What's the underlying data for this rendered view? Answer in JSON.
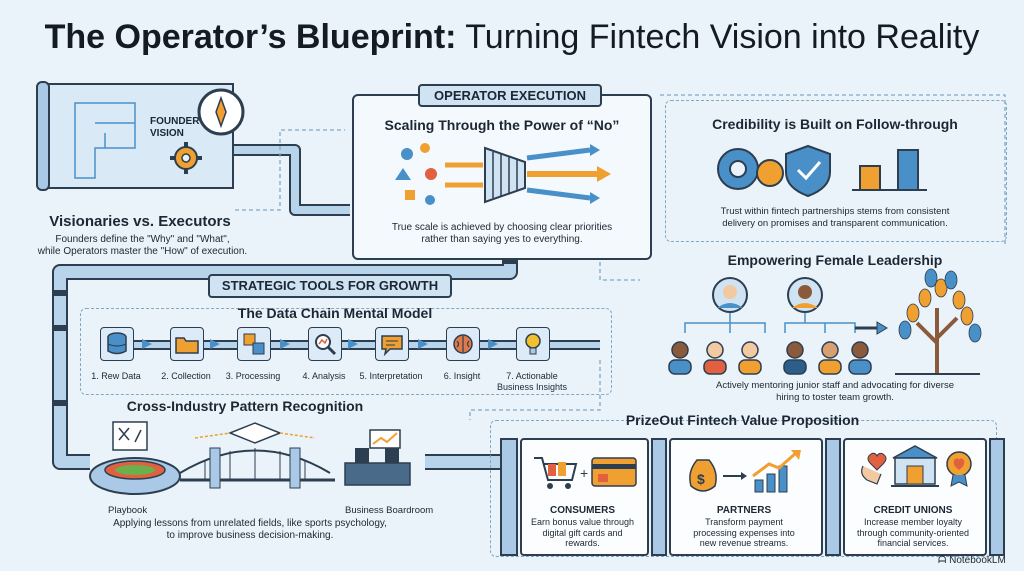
{
  "title": {
    "bold": "The Operator’s Blueprint:",
    "rest": " Turning Fintech Vision into Reality"
  },
  "founder": {
    "label_line1": "FOUNDER",
    "label_line2": "VISION",
    "heading": "Visionaries vs. Executors",
    "text_line1": "Founders define the \"Why\" and \"What\",",
    "text_line2": "while Operators master the \"How\" of execution."
  },
  "operator": {
    "banner": "OPERATOR EXECUTION",
    "heading": "Scaling Through the Power of “No”",
    "text_line1": "True scale is achieved by choosing clear priorities",
    "text_line2": "rather than saying yes to everything."
  },
  "credibility": {
    "heading": "Credibility is Built on Follow-through",
    "text_line1": "Trust within fintech partnerships stems from consistent",
    "text_line2": "delivery on promises and transparent communication."
  },
  "strategic": {
    "banner": "STRATEGIC TOOLS FOR GROWTH",
    "heading": "The Data Chain Mental Model",
    "steps": [
      {
        "label": "1. Rew Data"
      },
      {
        "label": "2. Collection"
      },
      {
        "label": "3. Processing"
      },
      {
        "label": "4. Analysis"
      },
      {
        "label": "5. Interpretation"
      },
      {
        "label": "6. Insight"
      },
      {
        "label": "7. Actionable Business Insights"
      }
    ]
  },
  "female": {
    "heading": "Empowering Female Leadership",
    "text_line1": "Actively mentoring junior staff and advocating for diverse",
    "text_line2": "hiring to toster team growth."
  },
  "cross": {
    "heading": "Cross-Industry Pattern Recognition",
    "left_label": "Playbook",
    "right_label": "Business Boardroom",
    "text_line1": "Applying lessons from unrelated fields, like sports psychology,",
    "text_line2": "to improve business decision-making."
  },
  "prizeout": {
    "heading": "PrizeOut Fintech Value Proposition",
    "cards": [
      {
        "title": "CONSUMERS",
        "line1": "Earn bonus value through",
        "line2": "digital gift cards and",
        "line3": "rewards."
      },
      {
        "title": "PARTNERS",
        "line1": "Transform payment",
        "line2": "processing expenses into",
        "line3": "new revenue streams."
      },
      {
        "title": "CREDIT UNIONS",
        "line1": "Increase member loyalty",
        "line2": "through community-oriented",
        "line3": "financial services."
      }
    ]
  },
  "watermark": "NotebookLM",
  "colors": {
    "navy": "#2d3e50",
    "blue": "#4a90c8",
    "orange": "#f0a030",
    "pipe": "#b8d4ea"
  }
}
